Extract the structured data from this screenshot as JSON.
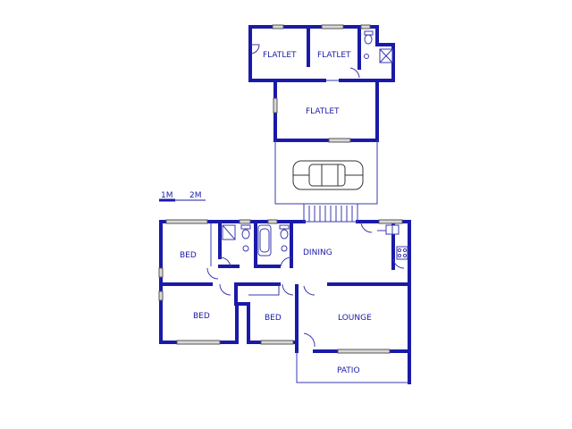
{
  "scale_bar": {
    "label_1": "1M",
    "label_2": "2M"
  },
  "rooms": {
    "flatlet_a": "FLATLET",
    "flatlet_b": "FLATLET",
    "flatlet_c": "FLATLET",
    "bed_1": "BED",
    "bed_2": "BED",
    "bed_3": "BED",
    "dining": "DINING",
    "lounge": "LOUNGE",
    "patio": "PATIO"
  },
  "colors": {
    "wall": "#1a1aa8",
    "window": "#d9d9d9"
  },
  "icons": [
    "car-icon",
    "toilet-icon",
    "bathtub-icon",
    "shower-icon",
    "stove-icon",
    "sink-icon",
    "staircase-icon"
  ]
}
